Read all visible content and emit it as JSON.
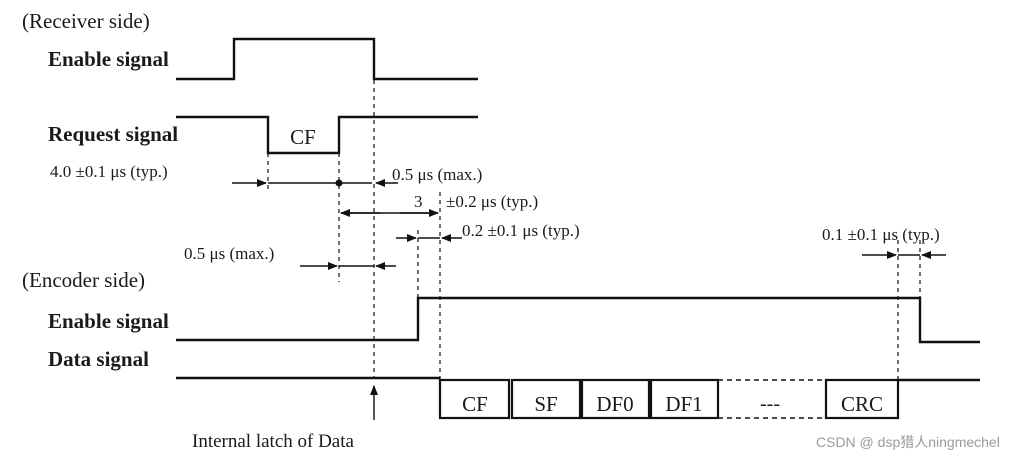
{
  "receiver": {
    "section_label": "(Receiver side)",
    "enable_label": "Enable signal",
    "request_label": "Request signal",
    "request_frame": "CF"
  },
  "timings": {
    "t1": "4.0 ±0.1 μs (typ.)",
    "t2": "0.5 μs (max.)",
    "t3_num": "3",
    "t3": "±0.2 μs (typ.)",
    "t4": "0.2 ±0.1 μs (typ.)",
    "t5": "0.5 μs (max.)",
    "t6": "0.1 ±0.1 μs (typ.)"
  },
  "encoder": {
    "section_label": "(Encoder side)",
    "enable_label": "Enable signal",
    "data_label": "Data signal",
    "frames": [
      "CF",
      "SF",
      "DF0",
      "DF1",
      "---",
      "CRC"
    ]
  },
  "latch_label": "Internal latch of Data",
  "watermark": "CSDN @ dsp猎人ningmechel"
}
